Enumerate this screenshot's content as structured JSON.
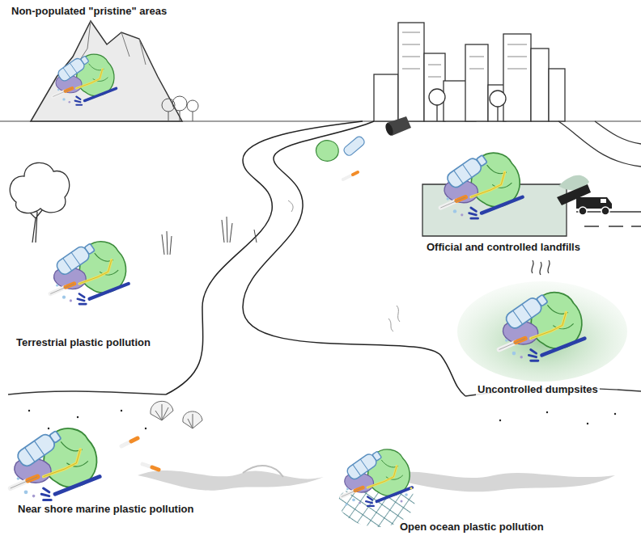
{
  "diagram": {
    "labels": [
      "Non-populated \"pristine\" areas",
      "Official and controlled landfills",
      "Terrestrial plastic pollution",
      "Uncontrolled dumpsites",
      "Near shore marine plastic pollution",
      "Open ocean plastic pollution"
    ]
  }
}
